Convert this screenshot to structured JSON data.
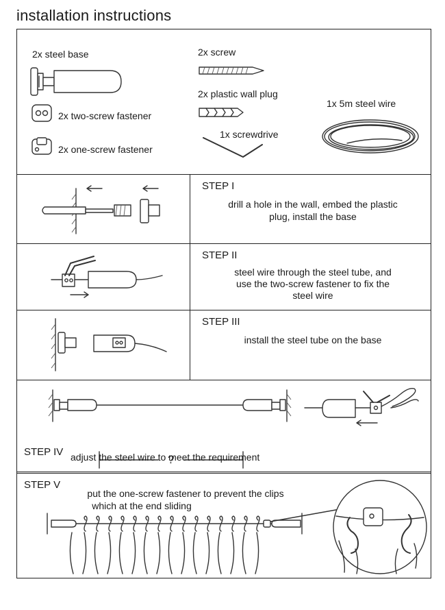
{
  "title": "installation instructions",
  "parts": {
    "steel_base": "2x steel base",
    "two_screw": "2x two-screw fastener",
    "one_screw": "2x one-screw fastener",
    "screw": "2x screw",
    "wall_plug": "2x plastic wall plug",
    "screwdriver": "1x screwdrive",
    "steel_wire": "1x 5m steel wire"
  },
  "steps": [
    {
      "label": "STEP I",
      "line1": "drill a hole in the wall, embed the plastic",
      "line2": "plug, install the base"
    },
    {
      "label": "STEP II",
      "line1": "steel wire through the steel tube,  and",
      "line2": "use the two-screw fastener to fix the",
      "line3": "steel wire"
    },
    {
      "label": "STEP III",
      "line1": "install the steel tube on the base"
    },
    {
      "label": "STEP IV",
      "line1": "adjust the steel wire to meet the requirement",
      "marker": "?"
    },
    {
      "label": "STEP V",
      "line1": "put the one-screw fastener to prevent the clips",
      "line2": "which at the end sliding"
    }
  ]
}
